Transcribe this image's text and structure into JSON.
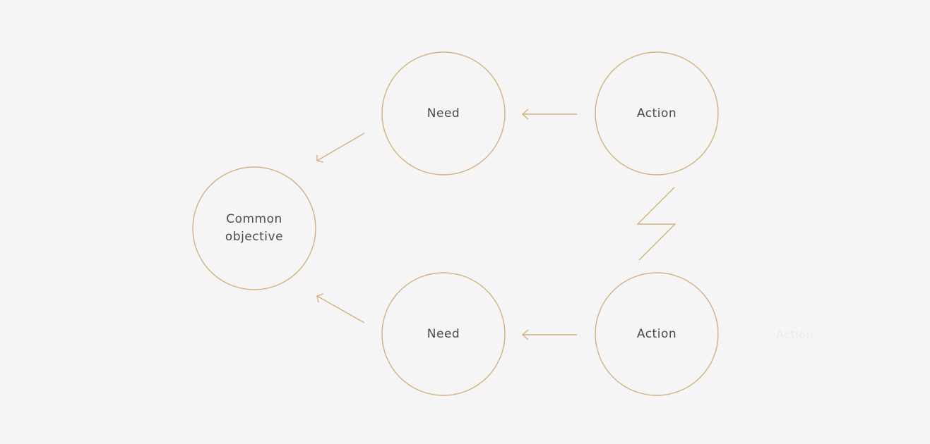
{
  "colors": {
    "background": "#f5f5f5",
    "accent": "#d2b27c",
    "text": "#4a4a4a"
  },
  "nodes": {
    "common_objective": {
      "line1": "Common",
      "line2": "objective"
    },
    "need_top": "Need",
    "need_bottom": "Need",
    "action_top": "Action",
    "action_bottom": "Action"
  },
  "ghost_label": "Action",
  "edges": [
    {
      "from": "action_top",
      "to": "need_top",
      "kind": "arrow"
    },
    {
      "from": "need_top",
      "to": "common_objective",
      "kind": "arrow"
    },
    {
      "from": "action_bottom",
      "to": "need_bottom",
      "kind": "arrow"
    },
    {
      "from": "need_bottom",
      "to": "common_objective",
      "kind": "arrow"
    },
    {
      "from": "action_top",
      "to": "action_bottom",
      "kind": "conflict-zigzag"
    }
  ]
}
